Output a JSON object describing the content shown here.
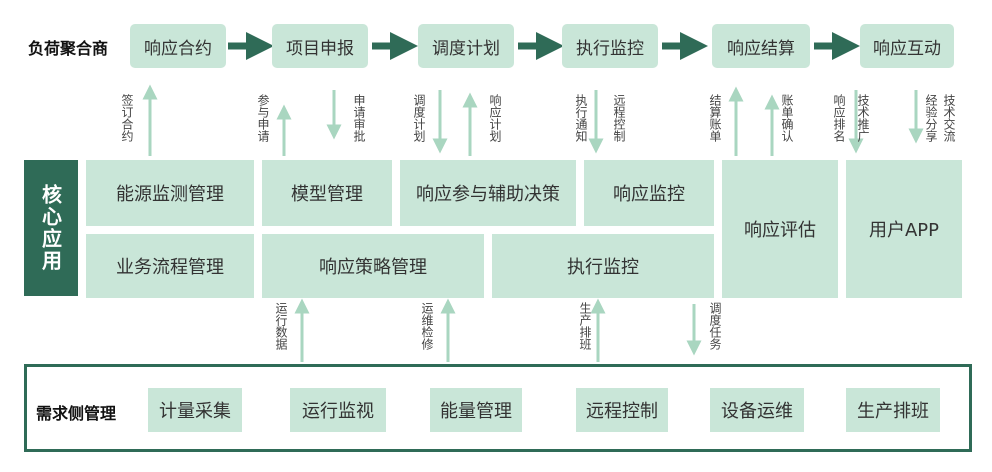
{
  "colors": {
    "box_fill": "#c9e6d8",
    "dark_green": "#2f6b57",
    "thin_arrow": "#a9d6c0"
  },
  "aggregator": {
    "label": "负荷聚合商",
    "steps": [
      "响应合约",
      "项目申报",
      "调度计划",
      "执行监控",
      "响应结算",
      "响应互动"
    ]
  },
  "upper_annotations": [
    "签订合约",
    "参与申请",
    "申请审批",
    "调度计划",
    "响应计划",
    "执行通知",
    "远程控制",
    "结算账单",
    "账单确认",
    "响应排名",
    "技术推广",
    "经验分享",
    "技术交流"
  ],
  "core": {
    "label": "核心应用",
    "modules": [
      "能源监测管理",
      "模型管理",
      "响应参与辅助决策",
      "响应监控",
      "响应评估",
      "用户APP",
      "业务流程管理",
      "响应策略管理",
      "执行监控"
    ]
  },
  "lower_annotations": [
    "运行数据",
    "运维检修",
    "生产排班",
    "调度任务"
  ],
  "demand": {
    "label": "需求侧管理",
    "modules": [
      "计量采集",
      "运行监视",
      "能量管理",
      "远程控制",
      "设备运维",
      "生产排班"
    ]
  }
}
